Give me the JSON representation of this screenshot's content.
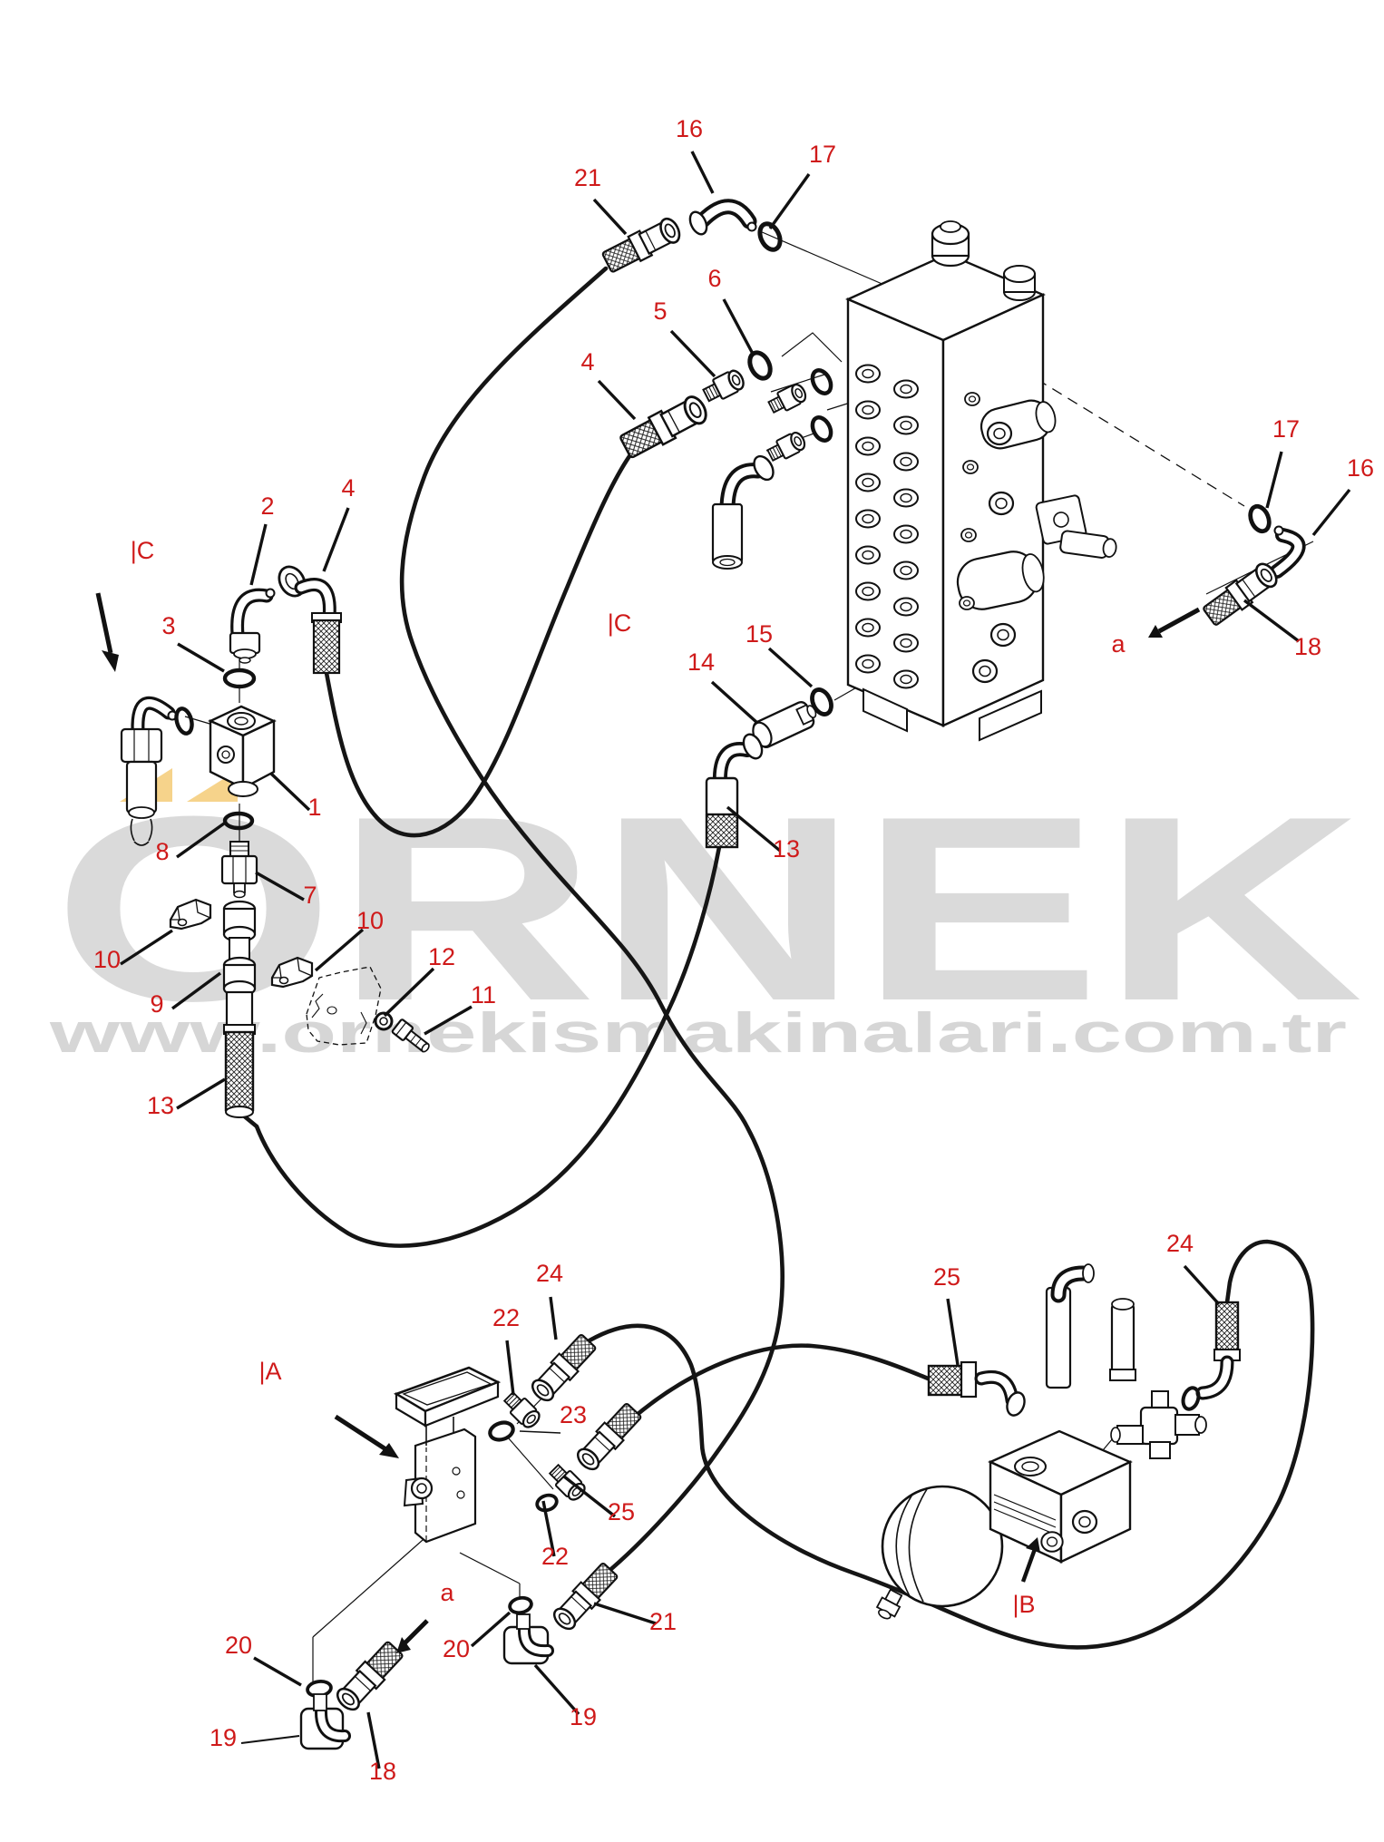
{
  "page": {
    "background": "#ffffff",
    "type": "exploded-parts-diagram",
    "subject": "hydraulic pilot piping diagram"
  },
  "watermark": {
    "brand": "ORNEK",
    "url": "www.ornekismakinalari.com.tr",
    "text_color": "#dadada",
    "logo_color": "#f6d38b"
  },
  "colors": {
    "callout_red": "#cf1a1a",
    "line_black": "#111111"
  },
  "section_markers": [
    "|A",
    "|B",
    "|C"
  ],
  "direction_markers": [
    "a"
  ],
  "labels": [
    "16",
    "17",
    "21",
    "6",
    "5",
    "4",
    "4",
    "2",
    "3",
    "|C",
    "|C",
    "17",
    "16",
    "18",
    "a",
    "14",
    "15",
    "13",
    "1",
    "8",
    "7",
    "10",
    "10",
    "9",
    "12",
    "11",
    "13",
    "24",
    "22",
    "|A",
    "23",
    "25",
    "22",
    "21",
    "25",
    "24",
    "|B",
    "a",
    "20",
    "19",
    "18",
    "20",
    "19"
  ]
}
